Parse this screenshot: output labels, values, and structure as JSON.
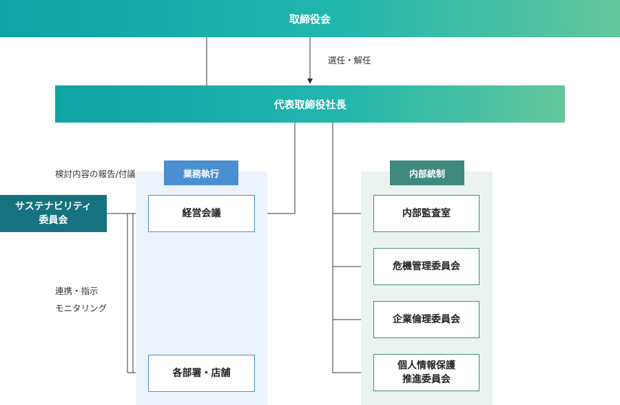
{
  "board": "取締役会",
  "appoint_label": "選任・解任",
  "ceo": "代表取締役社長",
  "report_label": "検討内容の報告/付議",
  "sustainability_committee": "サステナビリティ\n委員会",
  "coordination_label_1": "連携・指示",
  "coordination_label_2": "モニタリング",
  "business_execution": {
    "tag": "業務執行",
    "management_meeting": "経営会議",
    "departments": "各部署・店舗"
  },
  "internal_control": {
    "tag": "内部統制",
    "items": [
      "内部監査室",
      "危機管理委員会",
      "企業倫理委員会",
      "個人情報保護\n推進委員会"
    ]
  },
  "colors": {
    "gradient_start": "#0fa3a4",
    "gradient_end": "#63c79c",
    "sustainability_bg": "#14737f",
    "business_tag": "#4a8fd0",
    "internal_tag": "#3e8b7d",
    "business_panel": "#edf3fa",
    "internal_panel": "#ebf3f1",
    "line": "#333333"
  }
}
